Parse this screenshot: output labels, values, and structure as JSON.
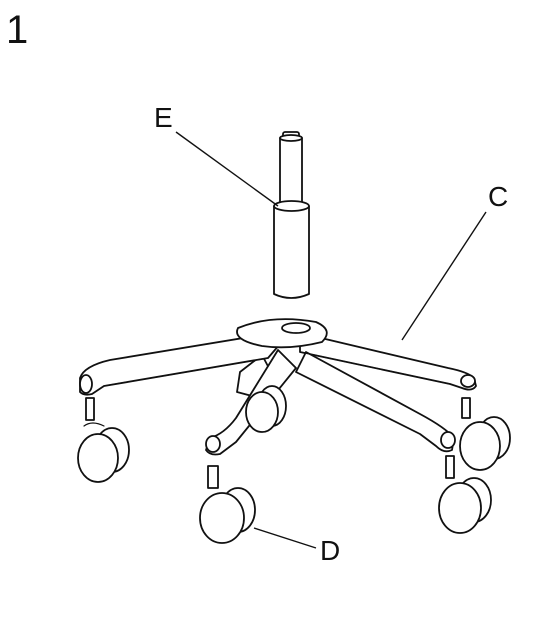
{
  "step_number": "1",
  "callouts": {
    "gas_lift": "E",
    "base": "C",
    "caster": "D"
  },
  "colors": {
    "line": "#111111",
    "background": "#ffffff"
  }
}
